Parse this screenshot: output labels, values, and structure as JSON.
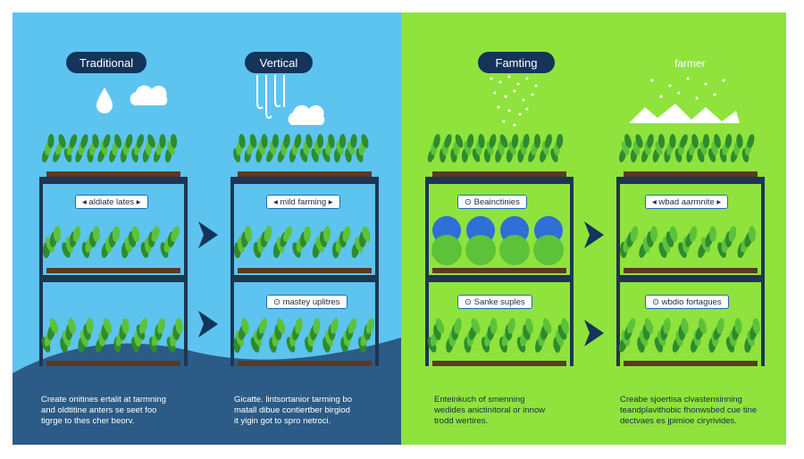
{
  "columns": [
    {
      "title": "Traditional",
      "labels": [
        "aldiate lates",
        ""
      ],
      "caption_lines": [
        "Create onitines ertalit at tarmning",
        "and oldtitine anters se seet foo",
        "tigrge to thes cher beorv."
      ]
    },
    {
      "title": "Vertical",
      "labels": [
        "mild farming",
        "mastey uplitres"
      ],
      "caption_lines": [
        "Gicatte. lintsortanior tarming bo",
        "matall dibue contiertber birgiod",
        "it yigin got to spro netroci."
      ]
    },
    {
      "title": "Famting",
      "labels": [
        "Beainctinies",
        "Sanke suples"
      ],
      "caption_lines": [
        "Enteinkuch of smenning",
        "wedides anictinitoral or innow",
        "trodd wertires."
      ]
    },
    {
      "title": "farmer",
      "labels": [
        "wbad aarmnite",
        "wbdio fortagues"
      ],
      "caption_lines": [
        "Creabe sjoertisa clvastensinning",
        "teandplavithobic fhonwsbed cue tine",
        "dectvaes es jpimioe ciryrivides."
      ]
    }
  ],
  "colors": {
    "blue_panel": "#5cc4ef",
    "green_panel": "#8fe33c",
    "shelf_frame": "#1e3553",
    "leaf_dark": "#2e8b2e",
    "leaf_light": "#5cc23a",
    "cabbage_blue": "#2f6fd6"
  },
  "icons": [
    "water-drop-icon",
    "cloud-icon",
    "rain-cloud-icon",
    "sprinkle-icon",
    "mountain-snow-icon",
    "right-arrow-icon"
  ]
}
